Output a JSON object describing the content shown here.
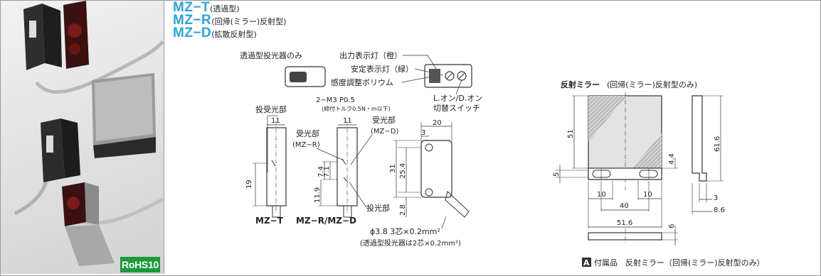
{
  "models": [
    {
      "code": "MZ−T",
      "desc": "(透過型)"
    },
    {
      "code": "MZ−R",
      "desc": "(回帰(ミラー)反射型)"
    },
    {
      "code": "MZ−D",
      "desc": "(拡散反射型)"
    }
  ],
  "badge": {
    "text": "RoHS10"
  },
  "sensor": {
    "emitter_only": "透過型投光器のみ",
    "output_led": "出力表示灯（橙）",
    "stable_led": "安定表示灯（緑）",
    "sensitivity": "感度調整ボリウム",
    "switch_top": "L.オン/D.オン",
    "switch_bottom": "切替スイッチ",
    "lens_t": "投受光部",
    "screw": "2−M3 P0.5",
    "torque": "(締付トルク0.5N・m以下)",
    "rx_r": "受光部",
    "rx_r_sub": "(MZ−R)",
    "rx_d": "受光部",
    "rx_d_sub": "(MZ−D)",
    "tx": "投光部",
    "label_t": "MZ−T",
    "label_rd": "MZ−R/MZ−D",
    "cable": "ϕ3.8 3芯×0.2mm²",
    "cable_note": "(透過型投光器は2芯×0.2mm²)",
    "dims": {
      "w11a": "11",
      "w11b": "11",
      "d19": "19",
      "d74": "7.4",
      "d71": "7.1",
      "d119": "11.9",
      "d20": "20",
      "d3": "3",
      "d31": "31",
      "d254": "25.4",
      "d28": "2.8"
    }
  },
  "mirror": {
    "title": "反射ミラー",
    "title_sub": "(回帰(ミラー)反射型のみ)",
    "footer_badge": "A",
    "footer": "付属品　反射ミラー（回帰(ミラー)反射型のみ）",
    "dims": {
      "d51": "51",
      "d616": "61.6",
      "d44": "4.4",
      "d5": "5",
      "d10a": "10",
      "d10b": "10",
      "d40": "40",
      "d516": "51.6",
      "d6": "6",
      "d3": "3",
      "d86": "8.6"
    }
  }
}
